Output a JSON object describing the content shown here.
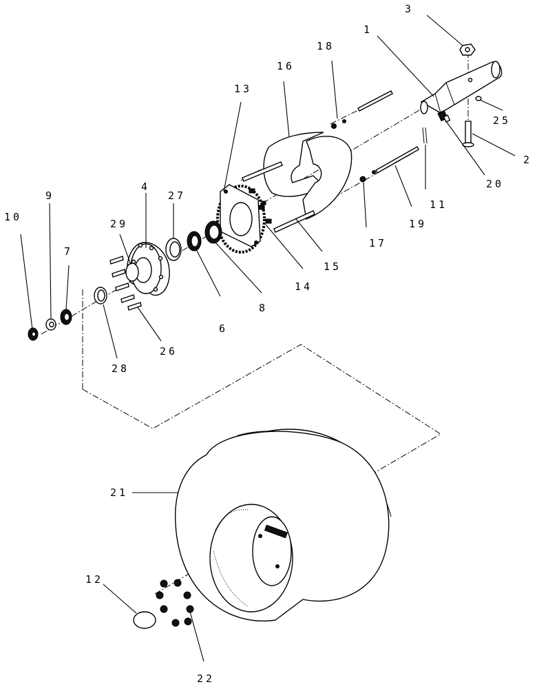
{
  "callouts": {
    "c1": "1",
    "c2": "2",
    "c3": "3",
    "c4": "4",
    "c6": "6",
    "c7": "7",
    "c8": "8",
    "c9": "9",
    "c10": "10",
    "c11": "11",
    "c12": "12",
    "c13": "13",
    "c14": "14",
    "c15": "15",
    "c16": "16",
    "c17": "17",
    "c18": "18",
    "c19": "19",
    "c20": "20",
    "c21": "21",
    "c22": "22",
    "c25": "25",
    "c26": "26",
    "c27": "27",
    "c28": "28",
    "c29": "29"
  }
}
